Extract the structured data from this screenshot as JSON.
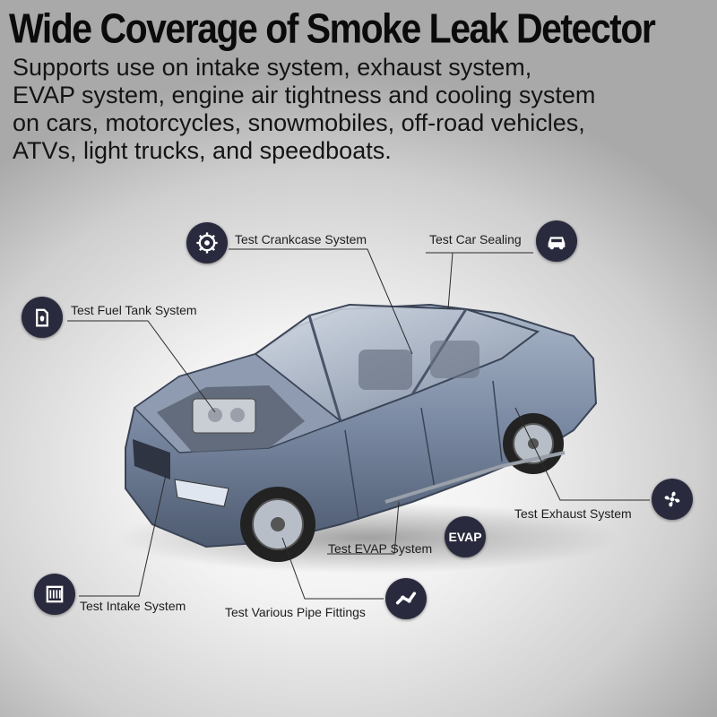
{
  "headline": "Wide Coverage of Smoke Leak Detector",
  "subtext_lines": [
    "Supports use on intake system, exhaust system,",
    "EVAP system, engine air tightness and cooling system",
    "on cars, motorcycles, snowmobiles, off-road vehicles,",
    "ATVs, light trucks, and speedboats."
  ],
  "callouts": {
    "crankcase": {
      "label": "Test Crankcase System",
      "icon": "engine-gear-icon"
    },
    "car_sealing": {
      "label": "Test Car Sealing",
      "icon": "car-icon"
    },
    "fuel_tank": {
      "label": "Test Fuel Tank System",
      "icon": "fuel-can-icon"
    },
    "exhaust": {
      "label": "Test Exhaust System",
      "icon": "fan-icon"
    },
    "evap": {
      "label": "Test EVAP System",
      "badge_text": "EVAP"
    },
    "intake": {
      "label": "Test Intake System",
      "icon": "intake-filter-icon"
    },
    "pipe_fittings": {
      "label": "Test Various Pipe Fittings",
      "icon": "pipe-icon"
    }
  },
  "colors": {
    "badge": "#2a2a3e",
    "car_body": "#7b8aa3",
    "leader_line": "#2b2b2b"
  }
}
